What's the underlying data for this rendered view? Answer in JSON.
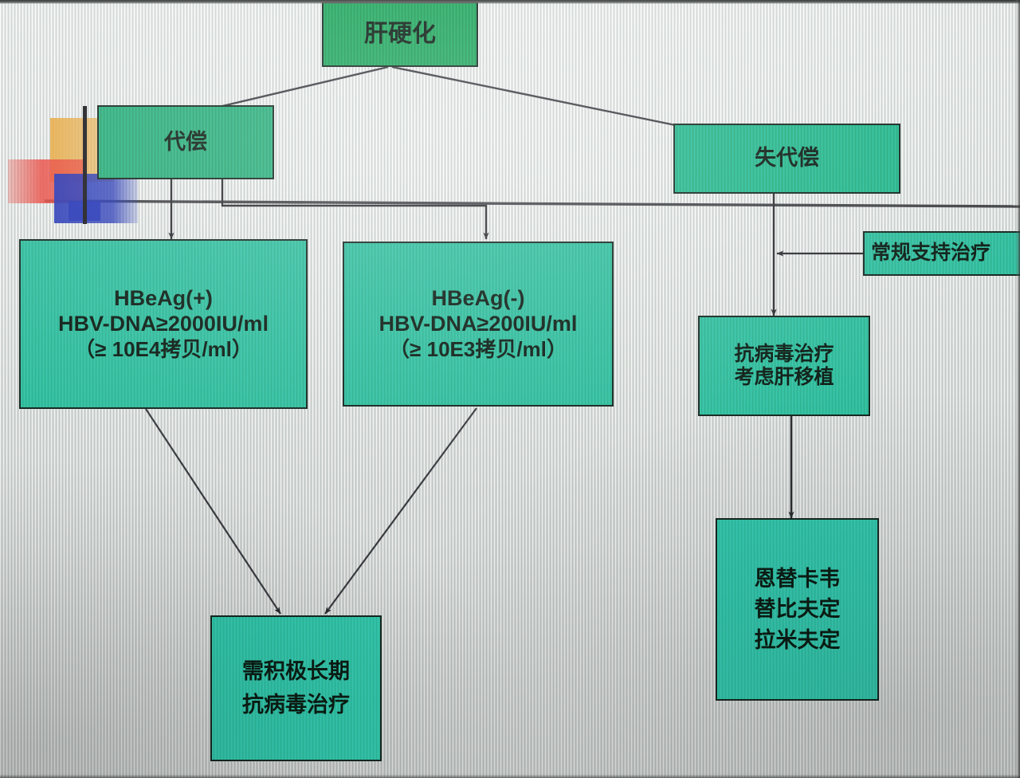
{
  "diagram": {
    "title_node": {
      "text": "肝硬化",
      "color": "#1e9e57"
    },
    "branch_left": {
      "text": "代偿",
      "color": "#27a672"
    },
    "branch_right": {
      "text": "失代偿",
      "color": "#23b083"
    },
    "hbeag_pos": {
      "line1": "HBeAg(+)",
      "line2": "HBV-DNA≥2000IU/ml",
      "line3": "（≥ 10E4拷贝/ml）",
      "color": "#2db795"
    },
    "hbeag_neg": {
      "line1": "HBeAg(-)",
      "line2": "HBV-DNA≥200IU/ml",
      "line3": "（≥ 10E3拷贝/ml）",
      "color": "#2db795"
    },
    "antiviral_outcome": {
      "line1": "需积极长期",
      "line2": "抗病毒治疗",
      "color": "#2ebda0"
    },
    "decomp_treatment": {
      "line1": "抗病毒治疗",
      "line2": "考虑肝移植",
      "color": "#2db795"
    },
    "drugs": {
      "line1": "恩替卡韦",
      "line2": "替比夫定",
      "line3": "拉米夫定",
      "color": "#2fbda2"
    },
    "supportive_care": {
      "text": "常规支持治疗",
      "color": "#2db795"
    },
    "palette": {
      "box_border": "#14271f",
      "arrow": "#2a2b2f",
      "background": "#dde2df",
      "watermark_orange": "#e6a83f",
      "watermark_red": "#e8453c",
      "watermark_blue": "#2436b5",
      "watermark_rule": "#1b1b1f"
    }
  }
}
